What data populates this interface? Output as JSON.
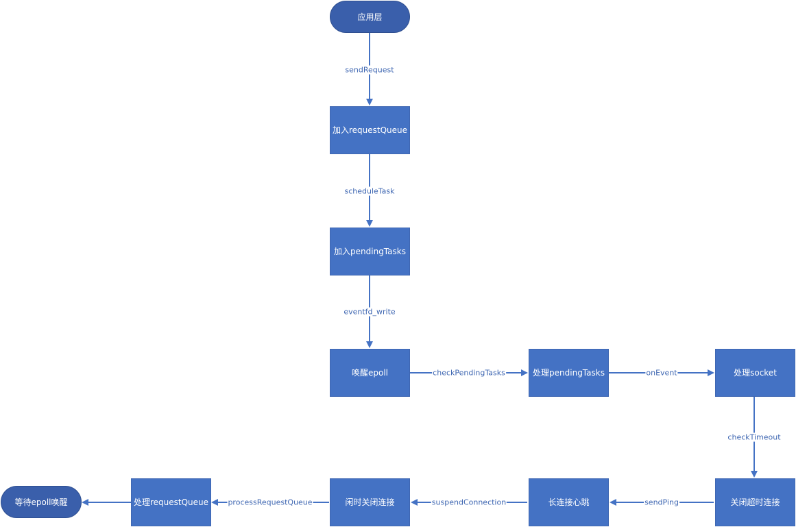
{
  "nodes": {
    "app_layer": "应用层",
    "add_request_queue": "加入requestQueue",
    "add_pending_tasks": "加入pendingTasks",
    "wake_epoll": "唤醒epoll",
    "handle_pending_tasks": "处理pendingTasks",
    "handle_socket": "处理socket",
    "close_timeout_conn": "关闭超时连接",
    "keepalive_heartbeat": "长连接心跳",
    "close_idle_conn": "闲时关闭连接",
    "handle_request_queue": "处理requestQueue",
    "wait_epoll_wake": "等待epoll唤醒"
  },
  "edges": {
    "send_request": "sendRequest",
    "schedule_task": "scheduleTask",
    "eventfd_write": "eventfd_write",
    "check_pending_tasks": "checkPendingTasks",
    "on_event": "onEvent",
    "check_timeout": "checkTimeout",
    "send_ping": "sendPing",
    "suspend_connection": "suspendConnection",
    "process_request_queue": "processRequestQueue"
  },
  "colors": {
    "node_fill": "#4472c4",
    "terminator_fill": "#3a5fab",
    "edge": "#4472c4",
    "edge_label": "#3f67b2"
  }
}
